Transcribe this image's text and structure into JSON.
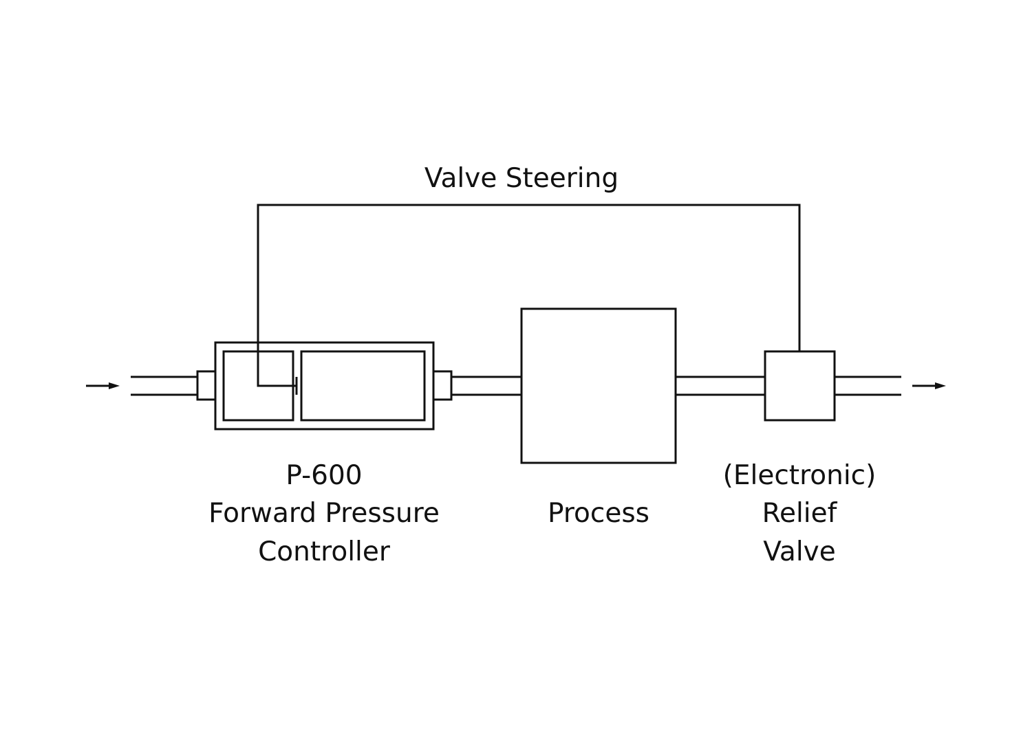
{
  "diagram": {
    "feedback_label": "Valve Steering",
    "controller": {
      "line1": "P-600",
      "line2": "Forward Pressure",
      "line3": "Controller"
    },
    "process": {
      "label": "Process"
    },
    "relief_valve": {
      "line1": "(Electronic)",
      "line2": "Relief",
      "line3": "Valve"
    },
    "colors": {
      "stroke": "#111111",
      "background": "#ffffff"
    }
  }
}
